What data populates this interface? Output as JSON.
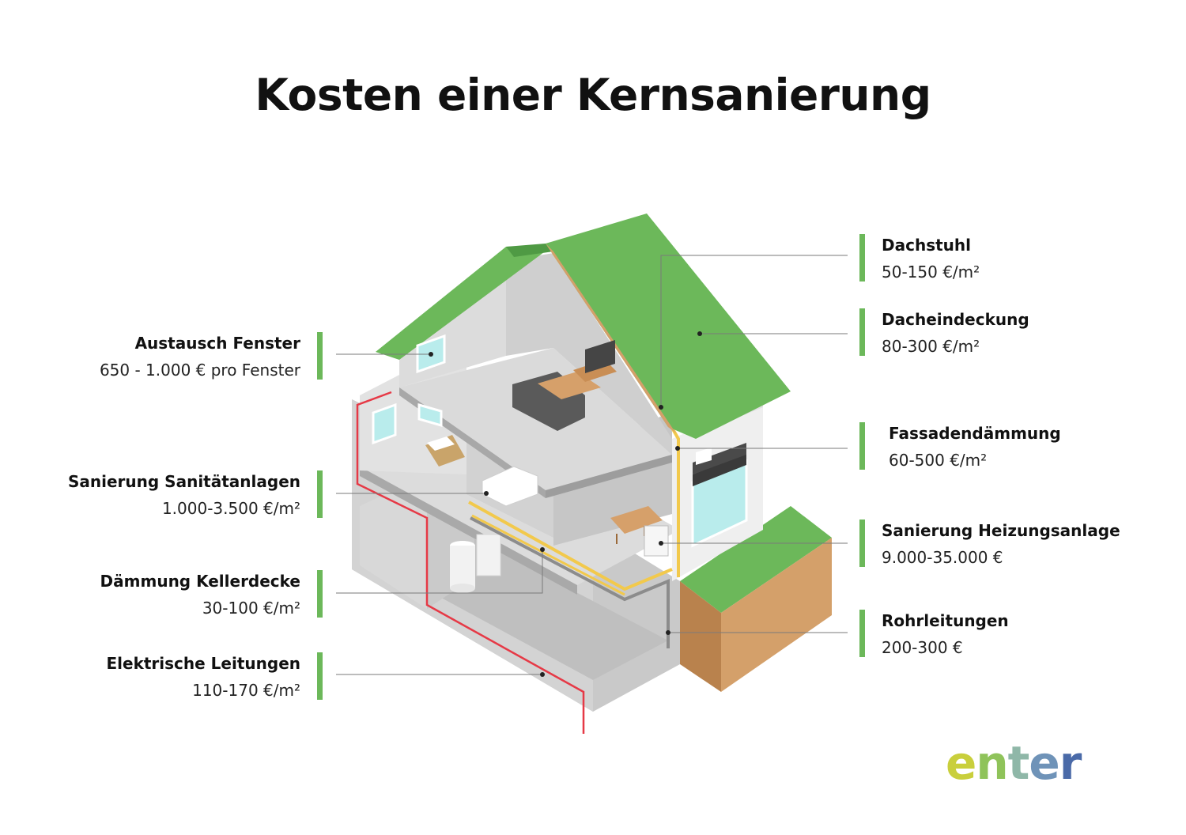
{
  "title": "Kosten einer Kernsanierung",
  "labels": {
    "fenster": {
      "name": "Austausch Fenster",
      "value": "650 - 1.000 € pro Fenster"
    },
    "sanitaer": {
      "name": "Sanierung Sanitätanlagen",
      "value": "1.000-3.500 €/m²"
    },
    "keller": {
      "name": "Dämmung Kellerdecke",
      "value": "30-100 €/m²"
    },
    "elektrik": {
      "name": "Elektrische Leitungen",
      "value": "110-170 €/m²"
    },
    "dachstuhl": {
      "name": "Dachstuhl",
      "value": "50-150 €/m²"
    },
    "dacheindeckung": {
      "name": "Dacheindeckung",
      "value": "80-300 €/m²"
    },
    "fassade": {
      "name": "Fassadendämmung",
      "value": "60-500 €/m²"
    },
    "heizung": {
      "name": "Sanierung Heizungsanlage",
      "value": "9.000-35.000 €"
    },
    "rohr": {
      "name": "Rohrleitungen",
      "value": "200-300 €"
    }
  },
  "logo": {
    "letters": [
      "e",
      "n",
      "t",
      "e",
      "r"
    ],
    "colors": [
      "#c9cf3c",
      "#8fc35a",
      "#8fb7a8",
      "#6f93b8",
      "#4a6aa8"
    ]
  },
  "colors": {
    "roof": "#6cb85a",
    "accent_bar": "#6cb85a",
    "wall": "#d3d3d3",
    "insulation": "#f2c94c",
    "electric": "#e63946",
    "earth": "#d4a06a"
  }
}
